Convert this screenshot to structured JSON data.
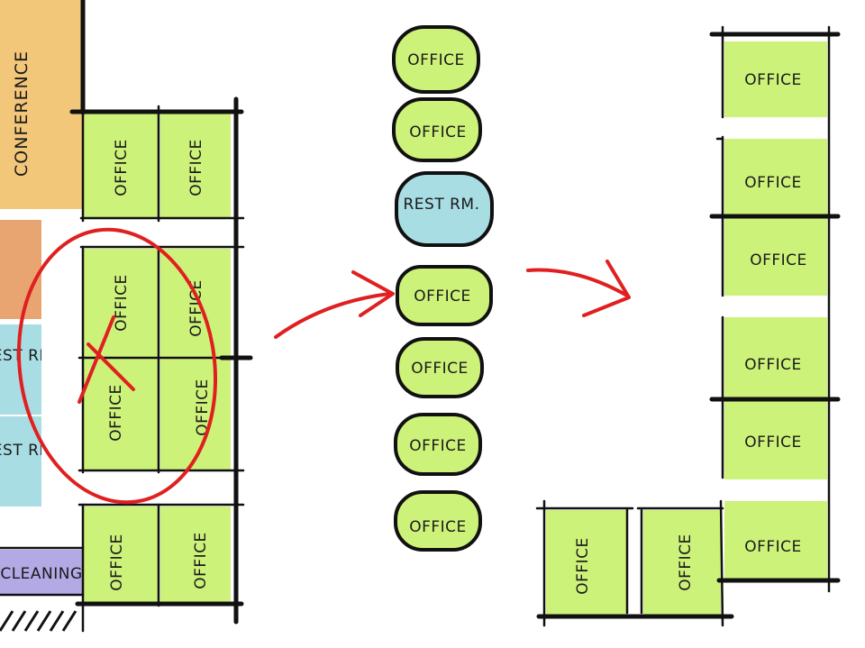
{
  "colors": {
    "office": "#cdf27a",
    "restroom": "#a9dde4",
    "conference": "#f2c77a",
    "storage": "#e8a572",
    "cleaning": "#b3a9e4",
    "markup": "#e02020",
    "ink": "#111111"
  },
  "left_plan": {
    "conference": "CONFERENCE",
    "rest1": "REST RM.",
    "rest2": "REST RM.",
    "cleaning": "CLEANING",
    "offices": [
      "OFFICE",
      "OFFICE",
      "OFFICE",
      "OFFICE",
      "OFFICE",
      "OFFICE",
      "OFFICE",
      "OFFICE"
    ]
  },
  "middle_bubbles": {
    "items": [
      "OFFICE",
      "OFFICE",
      "REST RM.",
      "OFFICE",
      "OFFICE",
      "OFFICE",
      "OFFICE"
    ]
  },
  "right_plan": {
    "offices_column": [
      "OFFICE",
      "OFFICE",
      "OFFICE",
      "OFFICE",
      "OFFICE",
      "OFFICE"
    ],
    "offices_bottom": [
      "OFFICE",
      "OFFICE"
    ]
  }
}
